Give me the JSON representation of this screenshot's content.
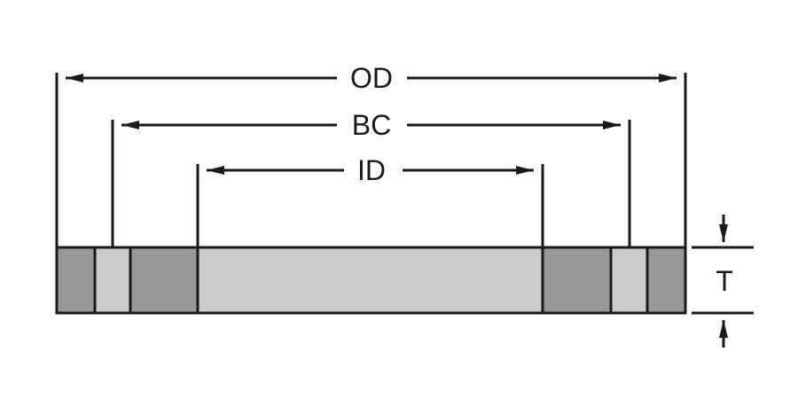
{
  "labels": {
    "od": "OD",
    "bc": "BC",
    "id": "ID",
    "t": "T"
  },
  "colors": {
    "dark_fill": "#999896",
    "light_fill": "#cccccc",
    "stroke": "#1a1a1a",
    "background": "#ffffff"
  }
}
